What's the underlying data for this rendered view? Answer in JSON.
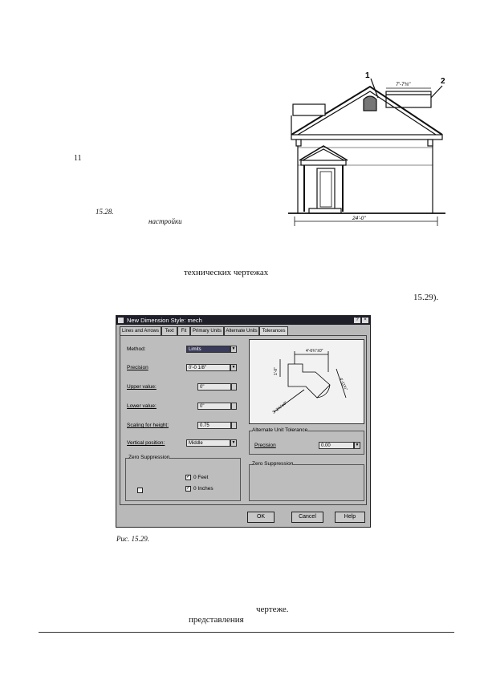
{
  "house_figure": {
    "callout_1": "1",
    "callout_2": "2",
    "roof_dim": "7'-7¾\"",
    "width_dim": "24'-0\""
  },
  "side_number": "11",
  "fig_15_28": {
    "number": "15.28.",
    "caption": "настройки"
  },
  "body_line_1": "технических чертежах",
  "ref_15_29": "15.29).",
  "dialog": {
    "title": "New Dimension Style: mech",
    "help_btn": "?",
    "close_btn": "×",
    "tabs": [
      "Lines and Arrows",
      "Text",
      "Fit",
      "Primary Units",
      "Alternate Units",
      "Tolerances"
    ],
    "method_label": "Method:",
    "method_value": "Limits",
    "precision_label": "Precision",
    "precision_value": "0'-0 1/8\"",
    "upper_label": "Upper value:",
    "upper_value": "0\"",
    "lower_label": "Lower value:",
    "lower_value": "0\"",
    "scaling_label": "Scaling for height:",
    "scaling_value": "0.75",
    "vertical_label": "Vertical position:",
    "vertical_value": "Middle",
    "zero_left_label": "Zero Suppression",
    "feet_label": "0 Feet",
    "inches_label": "0 Inches",
    "alt_group_label": "Alternate Unit Tolerance",
    "alt_precision_label": "Precision",
    "alt_precision_value": "0.00",
    "zero_right_label": "Zero Suppression",
    "preview": {
      "dim_top": "4'-6¾\"±0\"",
      "dim_right": "4'-11¾\"",
      "dim_diag": "3'-2⅝\"±0\"",
      "dim_left": "1'-0\""
    },
    "ok_btn": "OK",
    "cancel_btn": "Cancel",
    "helpbtn": "Help"
  },
  "fig_15_29": {
    "caption": "Рис.  15.29."
  },
  "footer_line_1": "чертеже.",
  "footer_line_2": "представления"
}
